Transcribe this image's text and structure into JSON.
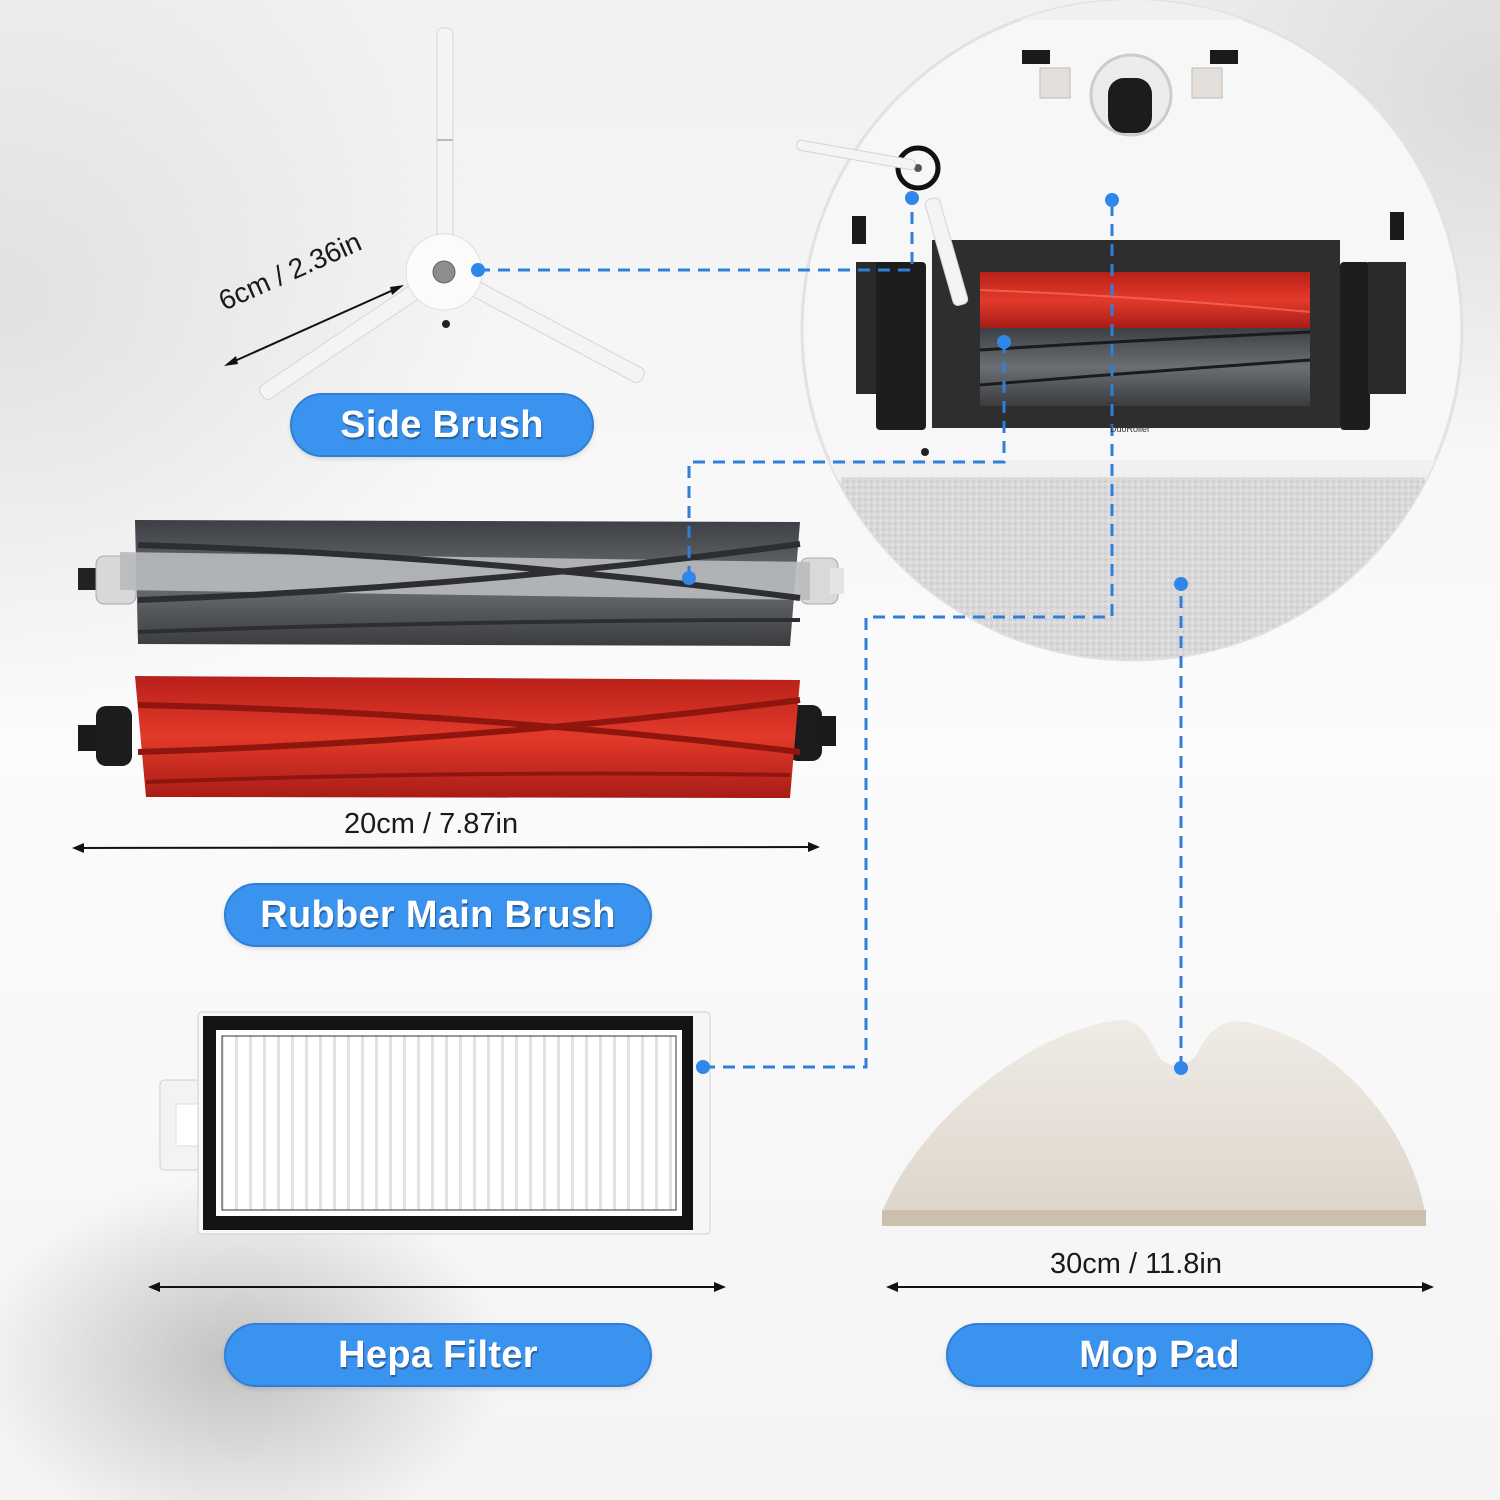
{
  "labels": {
    "side_brush": "Side Brush",
    "main_brush": "Rubber Main Brush",
    "hepa_filter": "Hepa Filter",
    "mop_pad": "Mop Pad"
  },
  "dimensions": {
    "side_brush": "6cm / 2.36in",
    "main_brush": "20cm / 7.87in",
    "mop_pad": "30cm / 11.8in"
  },
  "robot": {
    "brand_text": "DuoRoller"
  },
  "colors": {
    "pill_blue": "#3b93f0",
    "connector_blue": "#2f7fd9",
    "brush_red": "#d8281b",
    "brush_gray": "#4a4d52"
  }
}
